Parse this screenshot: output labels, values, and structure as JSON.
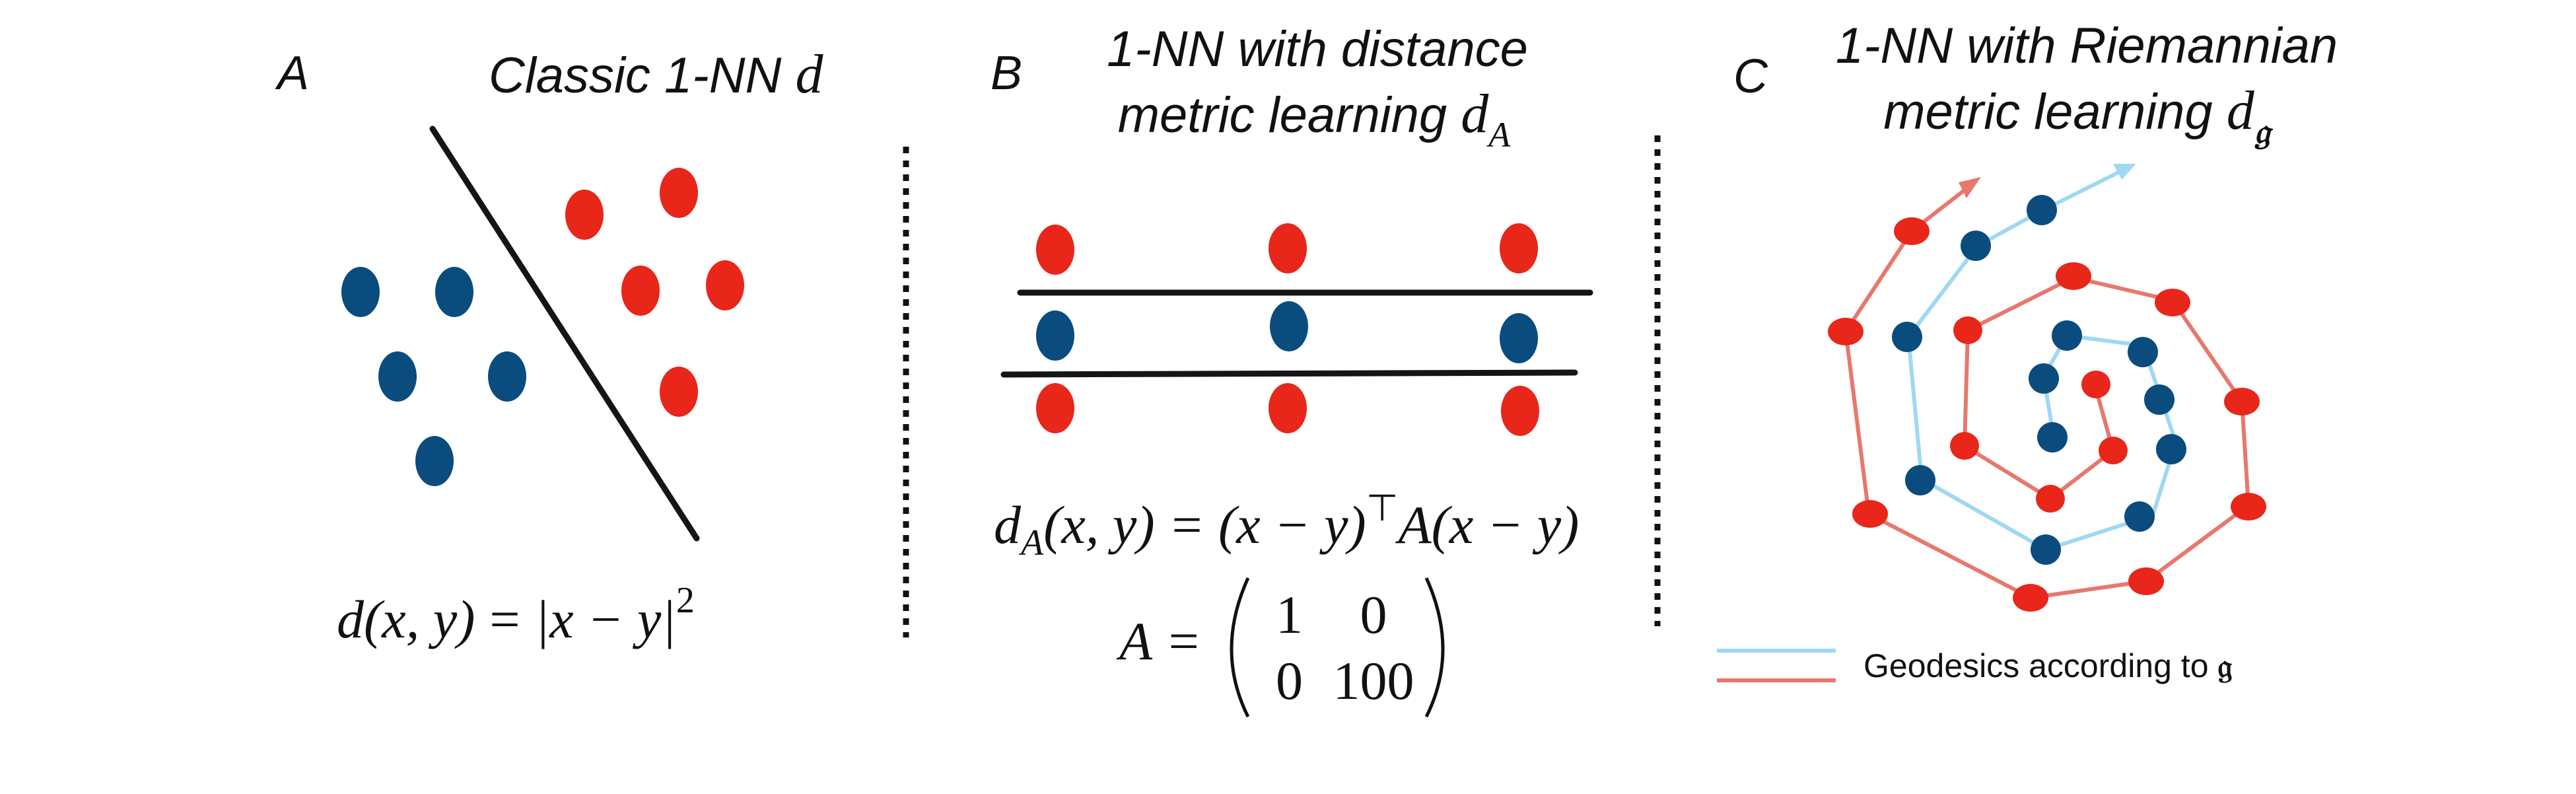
{
  "colors": {
    "red": "#e8261a",
    "blue": "#0b4c7e",
    "geodesic_blue": "#9fd8f3",
    "geodesic_red": "#e8776c"
  },
  "panelA": {
    "label": "A",
    "title_text": "Classic 1-NN ",
    "title_symbol": "d",
    "formula_lhs": "d(x, y)",
    "formula_eq": "=",
    "formula_rhs": "|x − y|",
    "formula_exp": "2"
  },
  "panelB": {
    "label": "B",
    "title_line1": "1-NN with distance",
    "title_line2_text": "metric learning ",
    "title_symbol": "d",
    "title_sub": "A",
    "formula_d": "d",
    "formula_sub": "A",
    "formula_args": "(x, y) = (x − y)",
    "formula_T": "⊤",
    "formula_rest": "A(x − y)",
    "matrix_lhs": "A =",
    "matrix": [
      [
        "1",
        "0"
      ],
      [
        "0",
        "100"
      ]
    ]
  },
  "panelC": {
    "label": "C",
    "title_line1": "1-NN with Riemannian",
    "title_line2_text": "metric learning ",
    "title_symbol": "d",
    "title_sub": "𝔤",
    "legend_text": "Geodesics according to ",
    "legend_symbol": "𝔤"
  }
}
